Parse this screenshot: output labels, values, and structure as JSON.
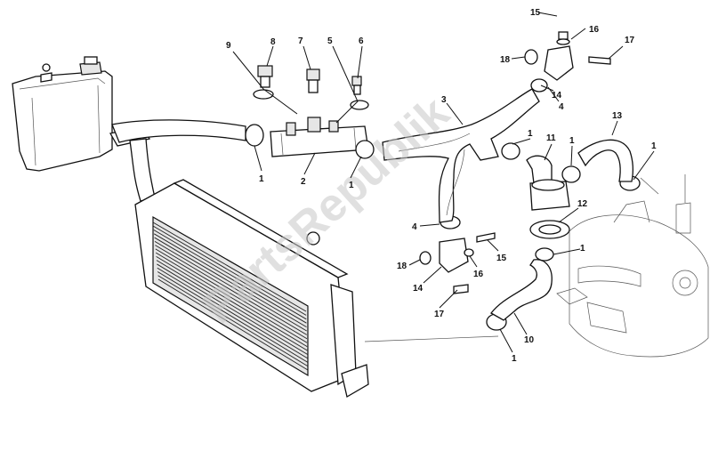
{
  "watermark": "PartsRepublik",
  "callouts": [
    {
      "id": "c15-top",
      "text": "15"
    },
    {
      "id": "c16-top",
      "text": "16"
    },
    {
      "id": "c17-top",
      "text": "17"
    },
    {
      "id": "c18-top",
      "text": "18"
    },
    {
      "id": "c14-top",
      "text": "14"
    },
    {
      "id": "c4-top",
      "text": "4"
    },
    {
      "id": "c9",
      "text": "9"
    },
    {
      "id": "c8",
      "text": "8"
    },
    {
      "id": "c7",
      "text": "7"
    },
    {
      "id": "c5",
      "text": "5"
    },
    {
      "id": "c6",
      "text": "6"
    },
    {
      "id": "c3",
      "text": "3"
    },
    {
      "id": "c13",
      "text": "13"
    },
    {
      "id": "c1-a",
      "text": "1"
    },
    {
      "id": "c2",
      "text": "2"
    },
    {
      "id": "c1-b",
      "text": "1"
    },
    {
      "id": "c1-c",
      "text": "1"
    },
    {
      "id": "c11",
      "text": "11"
    },
    {
      "id": "c1-d",
      "text": "1"
    },
    {
      "id": "c1-e",
      "text": "1"
    },
    {
      "id": "c12",
      "text": "12"
    },
    {
      "id": "c4-mid",
      "text": "4"
    },
    {
      "id": "c1-f",
      "text": "1"
    },
    {
      "id": "c15-mid",
      "text": "15"
    },
    {
      "id": "c18-mid",
      "text": "18"
    },
    {
      "id": "c16-mid",
      "text": "16"
    },
    {
      "id": "c14-mid",
      "text": "14"
    },
    {
      "id": "c17-mid",
      "text": "17"
    },
    {
      "id": "c10",
      "text": "10"
    },
    {
      "id": "c1-g",
      "text": "1"
    }
  ]
}
